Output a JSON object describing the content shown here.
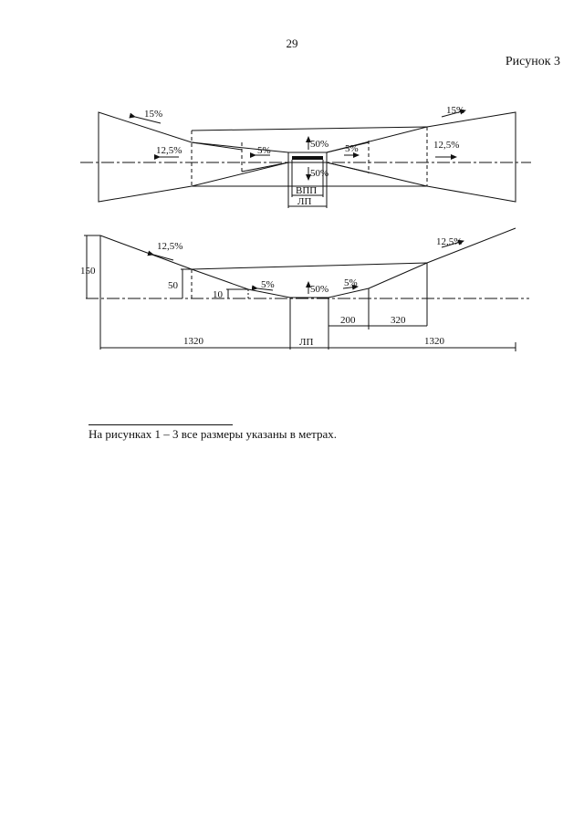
{
  "page": {
    "number": "29",
    "figure_label": "Рисунок 3"
  },
  "plan": {
    "slope_outer_left": "15%",
    "slope_outer_right": "15%",
    "slope_lateral_left": "12,5%",
    "slope_lateral_right": "12,5%",
    "slope_inner_left": "5%",
    "slope_inner_right": "5%",
    "slope_top": "50%",
    "slope_bottom": "50%",
    "runway_label": "ВПП",
    "strip_label": "ЛП"
  },
  "profile": {
    "slope_lateral_left": "12,5%",
    "slope_lateral_right": "12,5%",
    "slope_inner_left": "5%",
    "slope_inner_right": "5%",
    "slope_center": "50%",
    "height_150": "150",
    "height_50": "50",
    "height_10": "10",
    "dim_200": "200",
    "dim_320": "320",
    "dim_1320_left": "1320",
    "dim_1320_right": "1320",
    "strip_label": "ЛП"
  },
  "footnote": "На рисунках 1 – 3 все размеры указаны в метрах."
}
